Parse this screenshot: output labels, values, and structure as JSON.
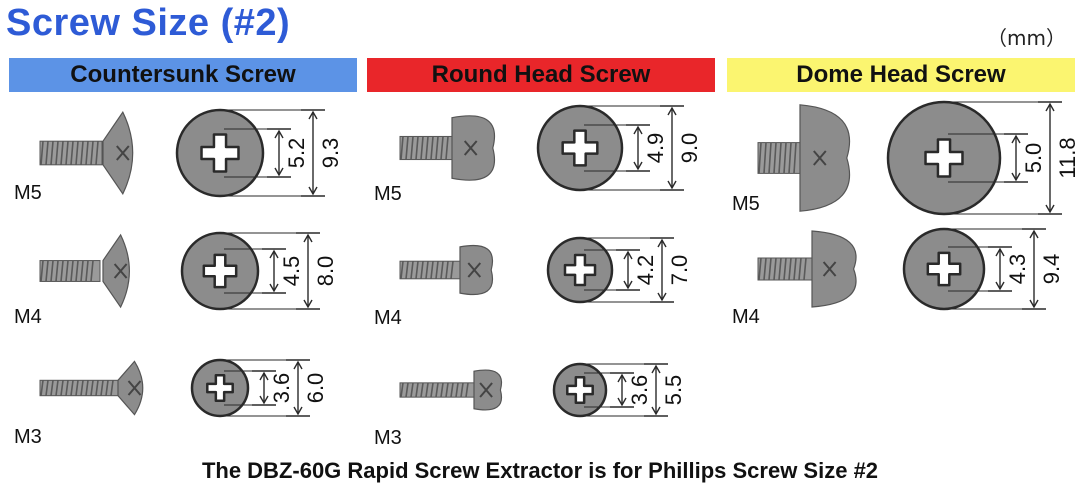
{
  "title": "Screw Size (#2)",
  "unit": "（mm）",
  "footer": "The DBZ-60G Rapid Screw Extractor is for Phillips Screw Size #2",
  "colors": {
    "title": "#2e5bd6",
    "countersunk": "#5c93e6",
    "round": "#e9262a",
    "dome": "#fbf570"
  },
  "columns": [
    {
      "label": "Countersunk Screw",
      "head": "countersunk",
      "color": "#5c93e6",
      "rows": [
        {
          "size": "M5",
          "inner": "5.2",
          "outer": "9.3"
        },
        {
          "size": "M4",
          "inner": "4.5",
          "outer": "8.0"
        },
        {
          "size": "M3",
          "inner": "3.6",
          "outer": "6.0"
        }
      ]
    },
    {
      "label": "Round Head Screw",
      "head": "round",
      "color": "#e9262a",
      "rows": [
        {
          "size": "M5",
          "inner": "4.9",
          "outer": "9.0"
        },
        {
          "size": "M4",
          "inner": "4.2",
          "outer": "7.0"
        },
        {
          "size": "M3",
          "inner": "3.6",
          "outer": "5.5"
        }
      ]
    },
    {
      "label": "Dome Head Screw",
      "head": "dome",
      "color": "#fbf570",
      "rows": [
        {
          "size": "M5",
          "inner": "5.0",
          "outer": "11.8"
        },
        {
          "size": "M4",
          "inner": "4.3",
          "outer": "9.4"
        }
      ]
    }
  ]
}
